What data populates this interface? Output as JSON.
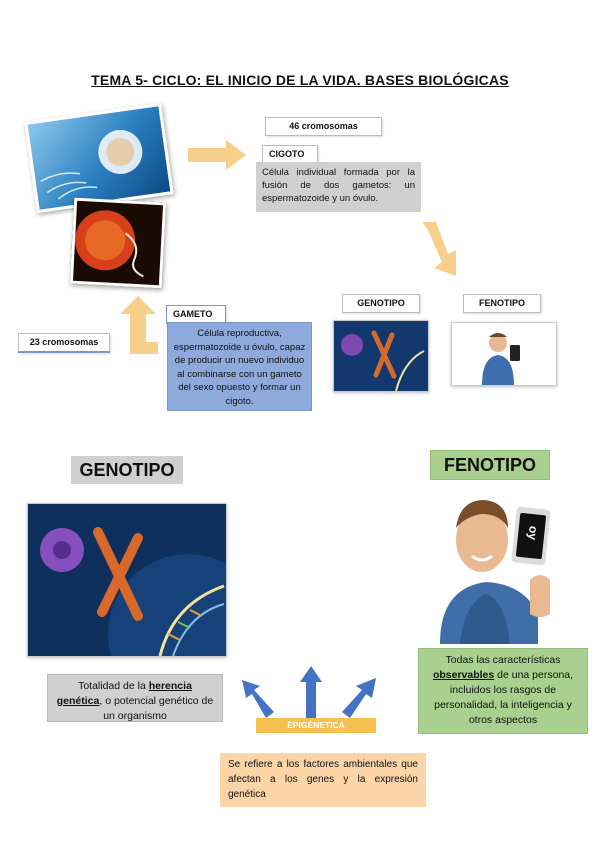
{
  "title": "TEMA 5- CICLO: EL INICIO DE LA VIDA. BASES BIOLÓGICAS",
  "top": {
    "cromosomas_46": "46 cromosomas",
    "cigoto_label": "CIGOTO",
    "cigoto_desc": "Célula individual formada por la fusión de dos gametos: un espermatozoide y un óvulo.",
    "genotipo_label": "GENOTIPO",
    "fenotipo_label": "FENOTIPO",
    "gameto_label": "GAMETO",
    "gameto_desc": "Célula reproductiva, espermatozoide u óvulo, capaz de producir un nuevo individuo al combinarse con un gameto del sexo opuesto y formar un cigoto.",
    "cromosomas_23": "23 cromosomas"
  },
  "bottom": {
    "genotipo_header": "GENOTIPO",
    "fenotipo_header": "FENOTIPO",
    "genotipo_desc_1": "Totalidad de la ",
    "genotipo_desc_link": "herencia genética",
    "genotipo_desc_2": ", o potencial genético de un organismo",
    "fenotipo_desc_1": "Todas las características ",
    "fenotipo_desc_link": "observables",
    "fenotipo_desc_2": " de una persona, incluidos los rasgos de personalidad, la inteligencia y otros aspectos",
    "epigenetica_label": "EPIGÉNETICA",
    "epigenetica_desc": "Se refiere a los factores ambientales que afectan a los genes y la expresión genética",
    "phone_text": "oy"
  },
  "colors": {
    "arrow_orange": "#f8cf8a",
    "arrow_blue": "#4472c4",
    "fenotipo_header_bg": "#a9d08e",
    "genotipo_header_bg": "#d0d0d0"
  }
}
